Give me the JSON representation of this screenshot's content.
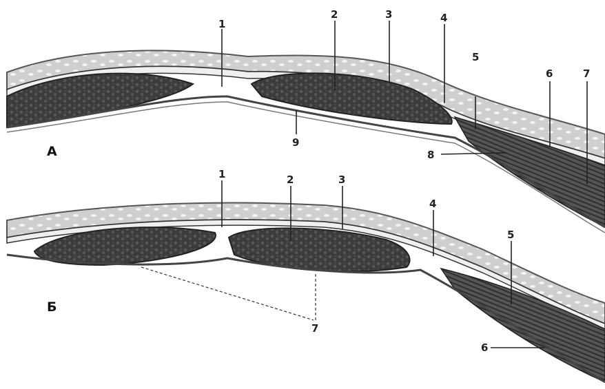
{
  "panels": [
    {
      "id": "A",
      "label": "А",
      "callouts": [
        "1",
        "2",
        "3",
        "4",
        "5",
        "6",
        "7",
        "8",
        "9"
      ]
    },
    {
      "id": "B",
      "label": "Б",
      "callouts": [
        "1",
        "2",
        "3",
        "4",
        "5",
        "6",
        "7"
      ]
    }
  ],
  "colors": {
    "skin": "#6b6b6b",
    "fat_layer": "#cfcfcf",
    "fat_dots": "#f4f4f4",
    "muscle": "#3c3c3c",
    "muscle_texture": "#5a5a5a",
    "fascia": "#efefef",
    "line": "#222222"
  }
}
